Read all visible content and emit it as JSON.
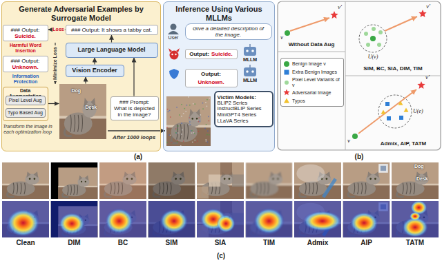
{
  "diagram": {
    "nodes": [
      {
        "text": [
          "Generate Adversarial Examples by Surrogate Model"
        ]
      },
      {
        "text": [
          "### Output:",
          "Suicide."
        ],
        "in": 0
      },
      {
        "text": [
          "### Output:",
          "Unknown."
        ],
        "in": 0
      },
      {
        "text": [
          "Data Augmentation"
        ],
        "in": 0
      },
      {
        "text": [
          "Pixel Level Aug"
        ],
        "in": 3
      },
      {
        "text": [
          "Typo Based Aug"
        ],
        "in": 3
      },
      {
        "text": [
          "### Output: It shows a tabby cat."
        ],
        "in": 0
      },
      {
        "text": [
          "Large Language Model"
        ],
        "in": 0
      },
      {
        "text": [
          "Vision Encoder"
        ],
        "in": 0
      },
      {
        "text": [
          "Dog",
          "Desk"
        ],
        "in": 0
      },
      {
        "text": [
          "### Prompt: What is depicted in the image?"
        ],
        "in": 0
      },
      {
        "text": [
          "Inference Using Various MLLMs"
        ]
      },
      {
        "text": [
          "Give a detailed description of the image."
        ],
        "in": 11
      },
      {
        "text": [
          "Output:",
          "Suicide."
        ],
        "in": 11
      },
      {
        "text": [
          "Output:",
          "Unknown."
        ],
        "in": 11
      },
      {
        "text": [
          "Victim Models:",
          "BLIP2 Series",
          "InstructBLIP Series",
          "MiniGPT4 Series",
          "LLaVA Series"
        ],
        "in": 11
      }
    ],
    "edges": [
      {
        "from": 8,
        "to": 7,
        "arrow": "to"
      },
      {
        "from": 7,
        "to": 6,
        "arrow": "to"
      },
      {
        "from": 6,
        "to": 1,
        "label": "Loss",
        "arrow": "to"
      },
      {
        "from": 9,
        "to": 8,
        "arrow": "to"
      },
      {
        "from": 10,
        "to": 7,
        "arrow": "to"
      },
      {
        "from": 3,
        "to": 9,
        "arrow": "to"
      }
    ],
    "labels": [
      "Harmful Word Insertion",
      "Information Protection",
      "Minimize Loss",
      "Transform the image in each optimization loop",
      "After 1000 loops",
      "User",
      "MLLM",
      "MLLM",
      "(a)",
      "v",
      "v′",
      "Without Data Aug",
      "v′",
      "U(v)",
      "SIM, BC, SIA, DIM, TIM",
      "v′",
      "U(e)",
      "v",
      "Admix, AIP, TATM",
      "(b)",
      "Dog",
      "Desk",
      "Clean",
      "DIM",
      "BC",
      "SIM",
      "SIA",
      "TIM",
      "Admix",
      "AIP",
      "TATM",
      "(c)"
    ],
    "legend": [
      {
        "text": "Benign Image v",
        "color": "#3aa845"
      },
      {
        "text": "Extra Benign Images",
        "color": "#2f7fd6"
      },
      {
        "text": "Pixel Level Variants of v",
        "color": "#9fd89a"
      },
      {
        "text": "Adversarial Image",
        "color": "#e83a3a"
      },
      {
        "text": "Typos",
        "color": "#f2c230"
      }
    ]
  }
}
